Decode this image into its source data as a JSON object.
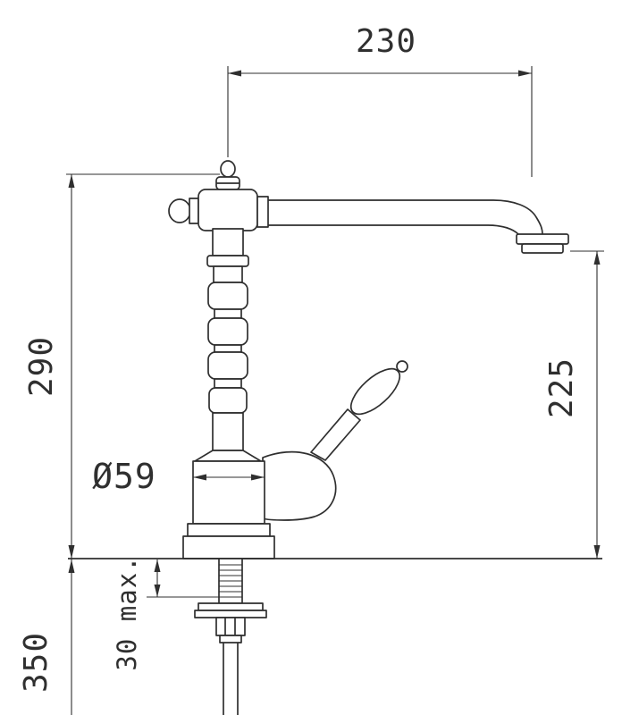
{
  "diagram": {
    "colors": {
      "line": "#2f2f2f",
      "background": "#ffffff"
    },
    "dimensions": {
      "top_width": "230",
      "left_height": "290",
      "right_height": "225",
      "body_diameter": "Ø59",
      "below_deck_depth": "350",
      "deck_thickness": "30 max."
    }
  }
}
